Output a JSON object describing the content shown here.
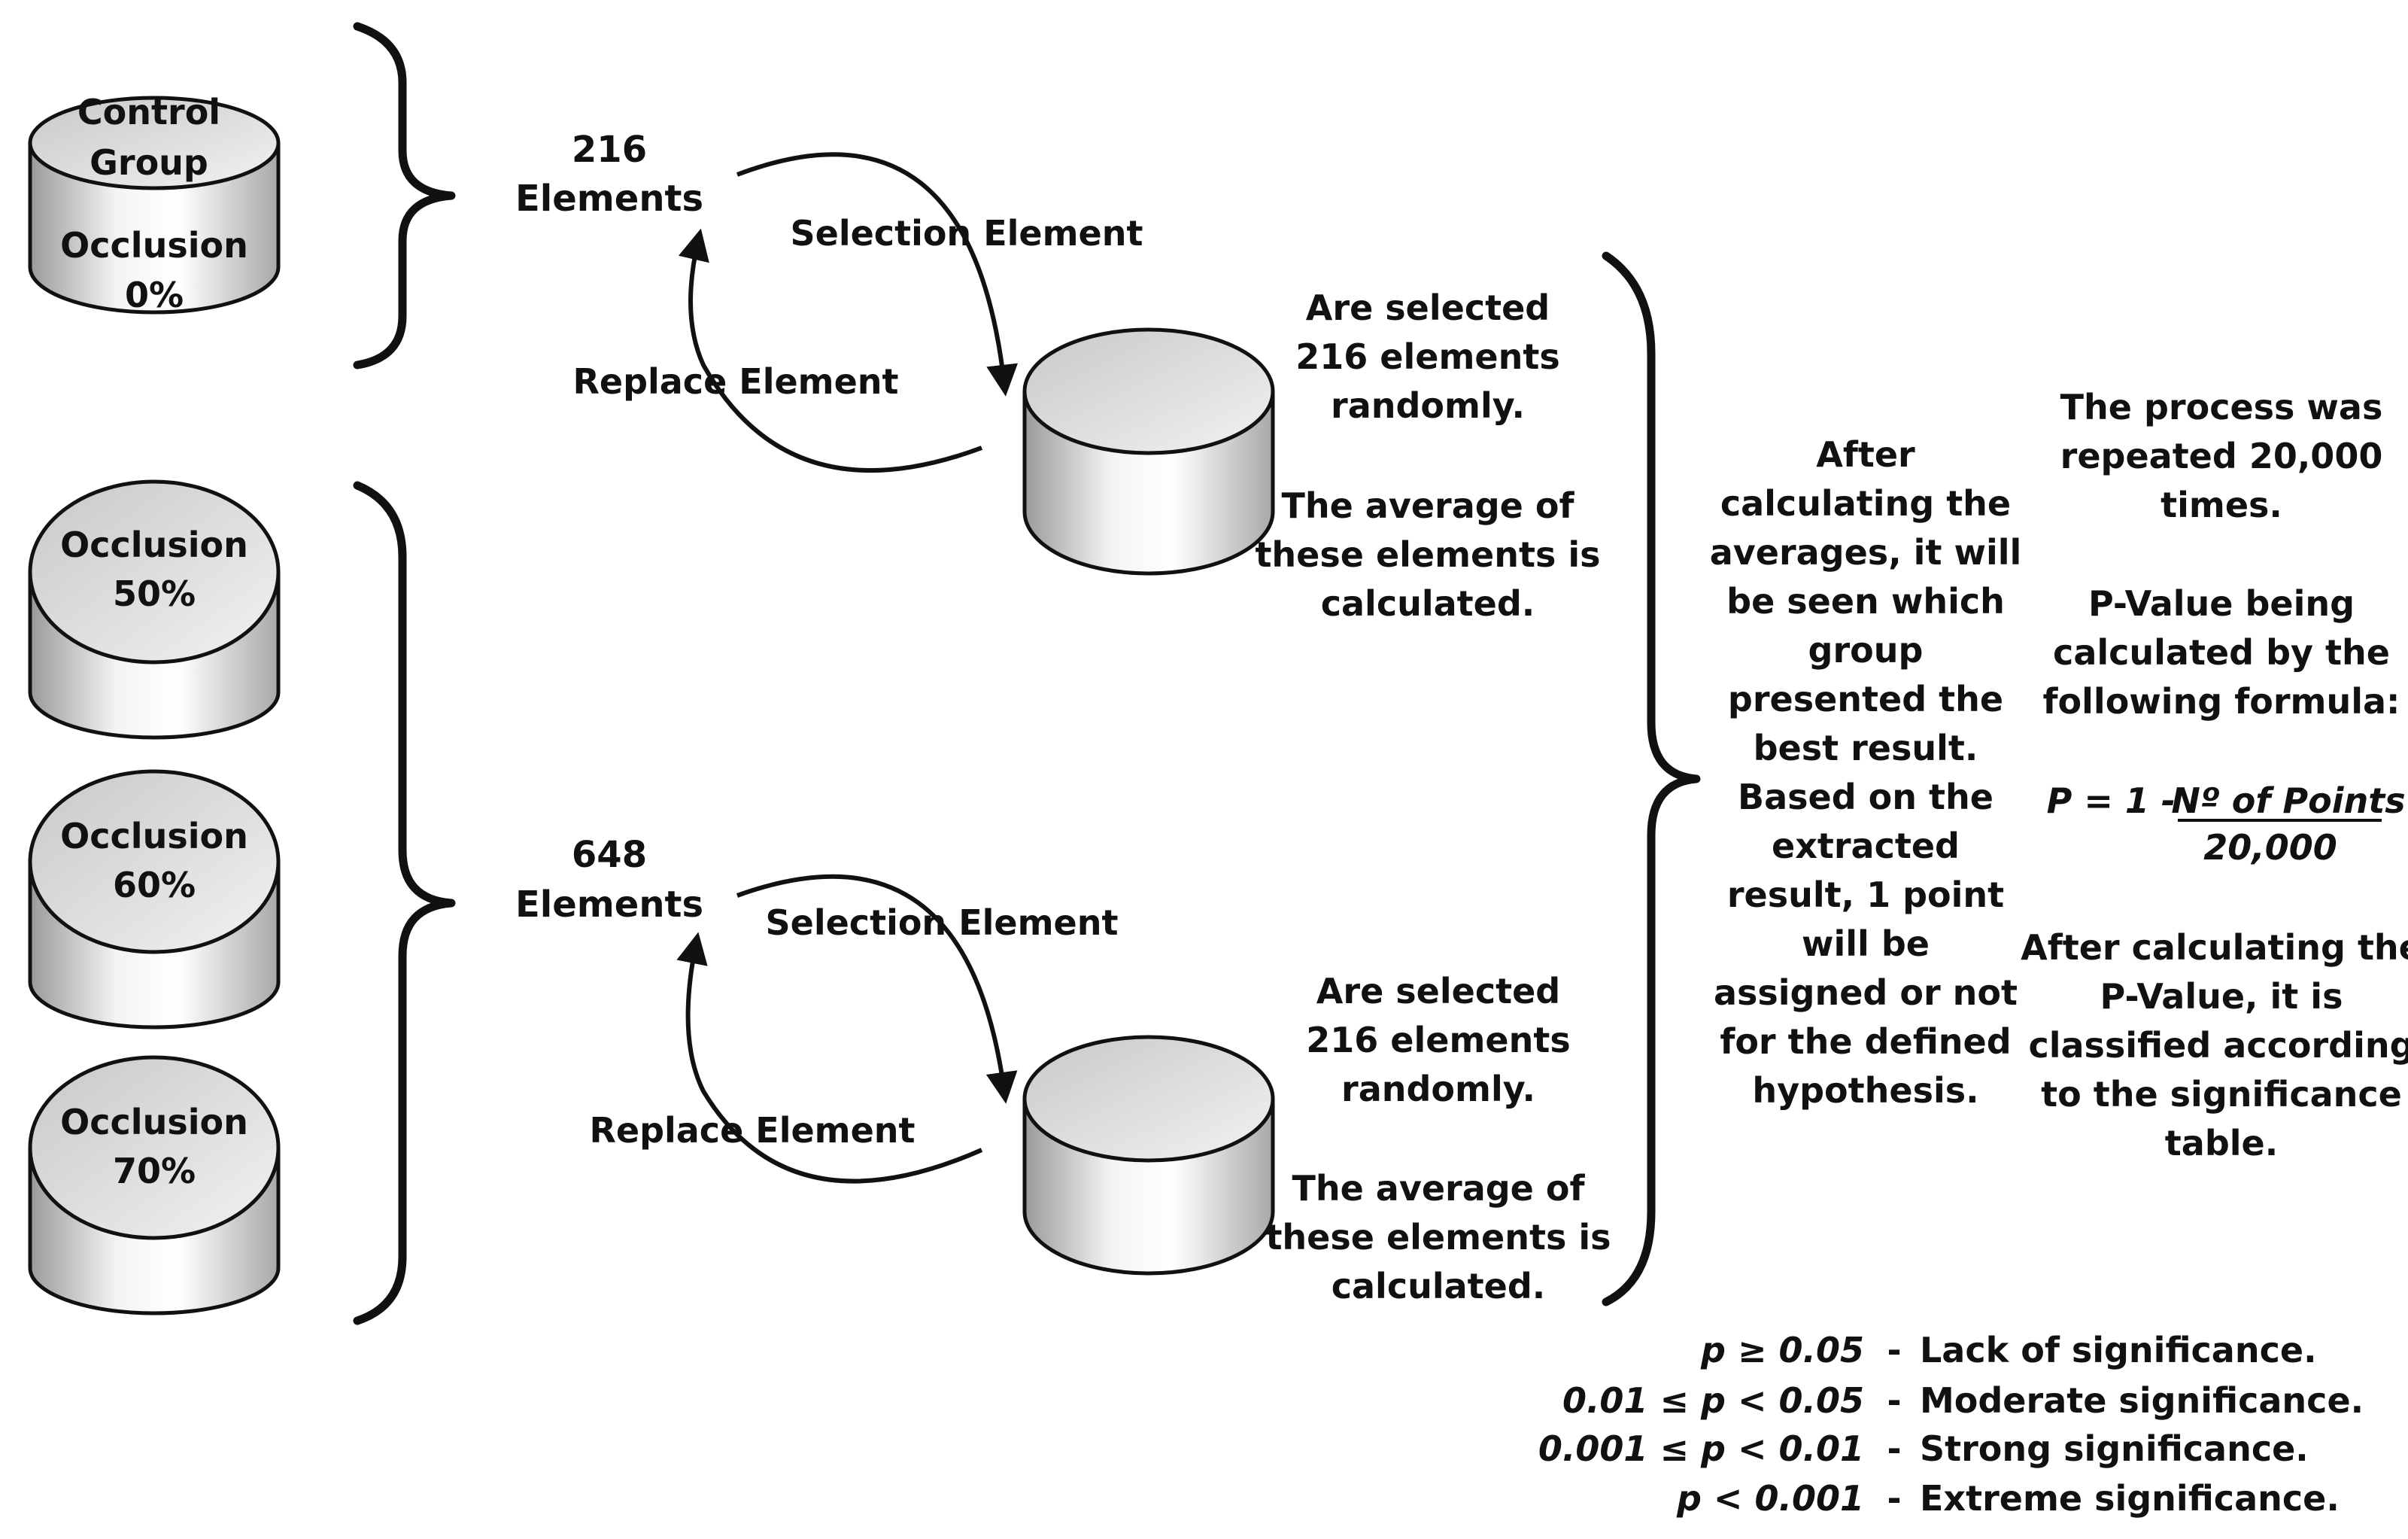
{
  "cylinders": {
    "control": {
      "line1": "Control",
      "line2": "Group",
      "line3": "Occlusion",
      "line4": "0%"
    },
    "occ50": {
      "line1": "Occlusion",
      "line2": "50%"
    },
    "occ60": {
      "line1": "Occlusion",
      "line2": "60%"
    },
    "occ70": {
      "line1": "Occlusion",
      "line2": "70%"
    }
  },
  "top_cycle": {
    "count": "216",
    "count_label": "Elements",
    "selection": "Selection Element",
    "replace": "Replace Element",
    "desc": [
      "Are selected",
      "216 elements",
      "randomly.",
      "The average of",
      "these elements is",
      "calculated."
    ]
  },
  "bottom_cycle": {
    "count": "648",
    "count_label": "Elements",
    "selection": "Selection Element",
    "replace": "Replace Element",
    "desc": [
      "Are selected",
      "216 elements",
      "randomly.",
      "The average of",
      "these elements is",
      "calculated."
    ]
  },
  "after_text": [
    "After",
    "calculating the",
    "averages, it will",
    "be seen which",
    "group",
    "presented the",
    "best result.",
    "Based on the",
    "extracted",
    "result, 1 point",
    "will be",
    "assigned or not",
    "for the defined",
    "hypothesis."
  ],
  "process_text": [
    "The process was",
    "repeated 20,000",
    "times.",
    "P-Value being",
    "calculated by the",
    "following formula:"
  ],
  "formula": {
    "lhs": "P = 1 - ",
    "numerator": "Nº of Points",
    "denominator": "20,000"
  },
  "after_pvalue": [
    "After calculating the",
    "P-Value, it is",
    "classified according",
    "to the significance",
    "table."
  ],
  "significance": [
    {
      "cond": "p ≥  0.05",
      "sep": "-",
      "label": "Lack of significance."
    },
    {
      "cond": "0.01 ≤ p < 0.05",
      "sep": "-",
      "label": "Moderate significance."
    },
    {
      "cond": "0.001 ≤ p < 0.01",
      "sep": "-",
      "label": "Strong significance."
    },
    {
      "cond": "p < 0.001",
      "sep": "-",
      "label": "Extreme significance."
    }
  ]
}
